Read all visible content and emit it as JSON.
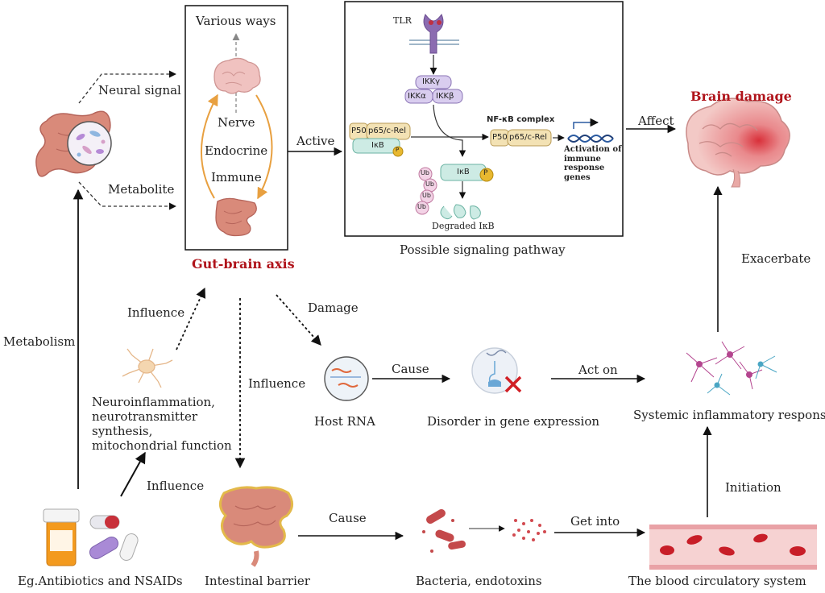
{
  "left": {
    "neural_signal": "Neural signal",
    "metabolite": "Metabolite",
    "metabolism": "Metabolism"
  },
  "gut_brain": {
    "various_ways": "Various ways",
    "nerve": "Nerve",
    "endocrine": "Endocrine",
    "immune": "Immune",
    "title": "Gut-brain axis"
  },
  "pathway": {
    "active": "Active",
    "tlr": "TLR",
    "ikk_gamma": "IKKγ",
    "ikk_alpha": "IKKα",
    "ikk_beta": "IKKβ",
    "p50": "P50",
    "p65": "p65/c-Rel",
    "ikb": "IκB",
    "p": "P",
    "ub": "Ub",
    "nfkb_complex": "NF-κB complex",
    "activation": "Activation of immune response genes",
    "degraded": "Degraded IκB",
    "caption": "Possible signaling pathway"
  },
  "right": {
    "affect": "Affect",
    "brain_damage": "Brain damage",
    "exacerbate": "Exacerbate",
    "systemic": "Systemic inflammatory response",
    "initiation": "Initiation",
    "blood": "The blood circulatory system"
  },
  "middle": {
    "influence_top": "Influence",
    "neuro_text": "Neuroinflammation, neurotransmitter synthesis, mitochondrial function",
    "influence_mid": "Influence",
    "damage": "Damage",
    "host_rna": "Host RNA",
    "cause_1": "Cause",
    "disorder": "Disorder in gene expression",
    "act_on": "Act on",
    "influence_bottom": "Influence",
    "intestinal_barrier": "Intestinal barrier",
    "cause_2": "Cause",
    "bacteria": "Bacteria, endotoxins",
    "get_into": "Get into",
    "drugs": "Eg.Antibiotics and NSAIDs"
  },
  "colors": {
    "accent_red": "#b0141b",
    "arrow": "#111111",
    "orange_cycle": "#e8a040",
    "intestine": "#d98a7a",
    "brain": "#f0c2c0"
  }
}
